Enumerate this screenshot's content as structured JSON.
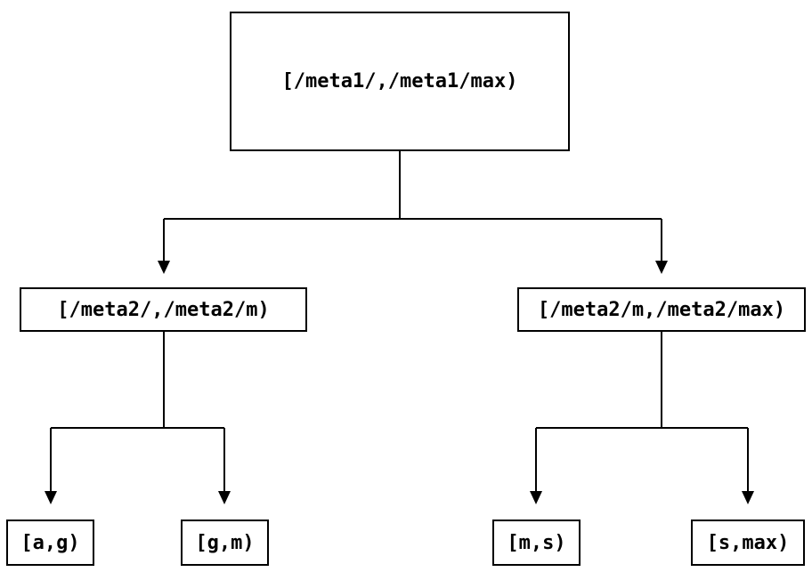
{
  "diagram": {
    "title": "interval-partition-tree",
    "background_color": "#ffffff",
    "line_color": "#000000",
    "text_color": "#000000",
    "nodes": {
      "root": {
        "label": "[/meta1/,/meta1/max)"
      },
      "mid_left": {
        "label": "[/meta2/,/meta2/m)"
      },
      "mid_right": {
        "label": "[/meta2/m,/meta2/max)"
      },
      "leaf_ag": {
        "label": "[a,g)"
      },
      "leaf_gm": {
        "label": "[g,m)"
      },
      "leaf_ms": {
        "label": "[m,s)"
      },
      "leaf_smax": {
        "label": "[s,max)"
      }
    },
    "edges": [
      {
        "from": "root",
        "to": "mid_left"
      },
      {
        "from": "root",
        "to": "mid_right"
      },
      {
        "from": "mid_left",
        "to": "leaf_ag"
      },
      {
        "from": "mid_left",
        "to": "leaf_gm"
      },
      {
        "from": "mid_right",
        "to": "leaf_ms"
      },
      {
        "from": "mid_right",
        "to": "leaf_smax"
      }
    ]
  }
}
